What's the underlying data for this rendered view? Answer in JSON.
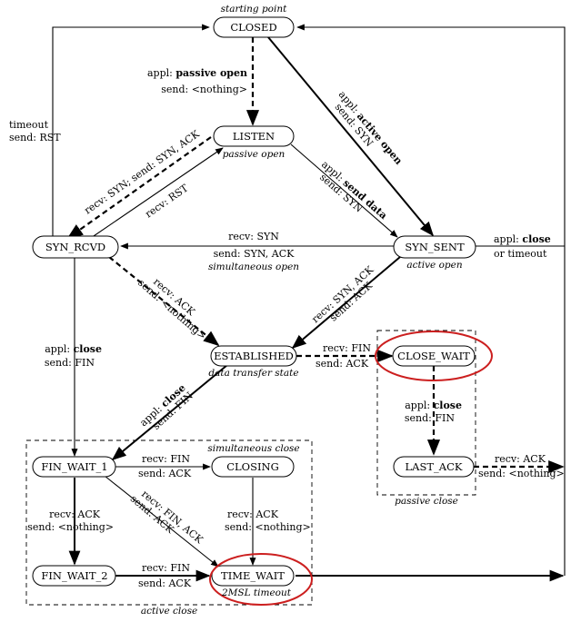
{
  "states": {
    "closed": "CLOSED",
    "listen": "LISTEN",
    "syn_rcvd": "SYN_RCVD",
    "syn_sent": "SYN_SENT",
    "established": "ESTABLISHED",
    "close_wait": "CLOSE_WAIT",
    "last_ack": "LAST_ACK",
    "fin_wait_1": "FIN_WAIT_1",
    "closing": "CLOSING",
    "fin_wait_2": "FIN_WAIT_2",
    "time_wait": "TIME_WAIT"
  },
  "annotations": {
    "starting_point": "starting point",
    "passive_open": "passive open",
    "active_open": "active open",
    "simultaneous_open": "simultaneous open",
    "data_transfer_state": "data transfer state",
    "simultaneous_close": "simultaneous close",
    "passive_close": "passive close",
    "active_close": "active close",
    "timeout_2msl": "2MSL timeout"
  },
  "labels": {
    "closed_listen_1a": "appl: ",
    "closed_listen_1b": "passive open",
    "closed_listen_2": "send: <nothing>",
    "closed_synsent_1a": "appl: ",
    "closed_synsent_1b": "active open",
    "closed_synsent_2": "send: SYN",
    "timeout_1": "timeout",
    "timeout_2": "send: RST",
    "listen_synrcvd_1": "recv: SYN;  send: SYN, ACK",
    "synrcvd_listen_1": "recv: RST",
    "listen_synsent_1a": "appl: ",
    "listen_synsent_1b": "send data",
    "listen_synsent_2": "send: SYN",
    "simopen_1": "recv: SYN",
    "simopen_2": "send: SYN, ACK",
    "synsent_close_1a": "appl: ",
    "synsent_close_1b": "close",
    "synsent_close_2": "or timeout",
    "synrcvd_est_1": "recv: ACK",
    "synrcvd_est_2": "send: <nothing>",
    "synsent_est_1": "recv: SYN, ACK",
    "synsent_est_2": "send: ACK",
    "synrcvd_fin1_1a": "appl: ",
    "synrcvd_fin1_1b": "close",
    "synrcvd_fin1_2": "send: FIN",
    "est_closewait_1": "recv: FIN",
    "est_closewait_2": "send: ACK",
    "est_fin1_1a": "appl: ",
    "est_fin1_1b": "close",
    "est_fin1_2": "send: FIN",
    "closewait_lastack_1a": "appl: ",
    "closewait_lastack_1b": "close",
    "closewait_lastack_2": "send: FIN",
    "lastack_closed_1": "recv: ACK",
    "lastack_closed_2": "send: <nothing>",
    "fin1_closing_1": "recv: FIN",
    "fin1_closing_2": "send: ACK",
    "fin1_timewait_1": "recv: FIN, ACK",
    "fin1_timewait_2": "send: ACK",
    "fin1_fin2_1": "recv: ACK",
    "fin1_fin2_2": "send: <nothing>",
    "closing_timewait_1": "recv: ACK",
    "closing_timewait_2": "send: <nothing>",
    "fin2_timewait_1": "recv: FIN",
    "fin2_timewait_2": "send: ACK"
  },
  "colors": {
    "highlight": "#cc1f1f",
    "line": "#000000",
    "background": "#ffffff"
  }
}
